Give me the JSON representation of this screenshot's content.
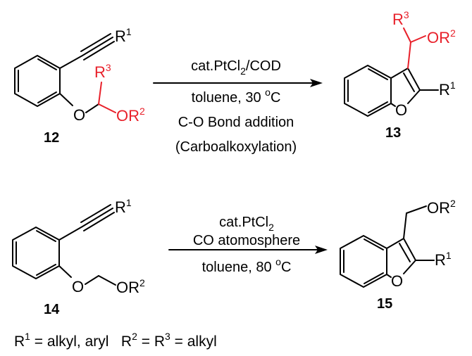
{
  "reaction1": {
    "reactant_number": "12",
    "product_number": "13",
    "cond_above_a": "cat.PtCl",
    "cond_above_sub": "2",
    "cond_above_b": "/COD",
    "cond_below_1a": "toluene, 30 ",
    "cond_below_1deg": "o",
    "cond_below_1c": "C",
    "cond_below_2": "C-O Bond addition",
    "cond_below_3": "(Carboalkoxylation)"
  },
  "reaction2": {
    "reactant_number": "14",
    "product_number": "15",
    "cond_above_1a": "cat.PtCl",
    "cond_above_1sub": "2",
    "cond_above_2": "CO atomosphere",
    "cond_below_a": "toluene, 80 ",
    "cond_below_deg": "o",
    "cond_below_c": "C"
  },
  "atoms": {
    "R": "R",
    "O": "O",
    "OR": "OR",
    "sup1": "1",
    "sup2": "2",
    "sup3": "3"
  },
  "footnote": {
    "r1_lhs": "R",
    "r1_sup": "1",
    "r1_rhs": " = alkyl, aryl   R",
    "r2_sup": "2",
    "r2_mid": " = R",
    "r3_sup": "3",
    "r3_rhs": " = alkyl"
  },
  "colors": {
    "highlight": "#e8202a",
    "ink": "#000000"
  }
}
